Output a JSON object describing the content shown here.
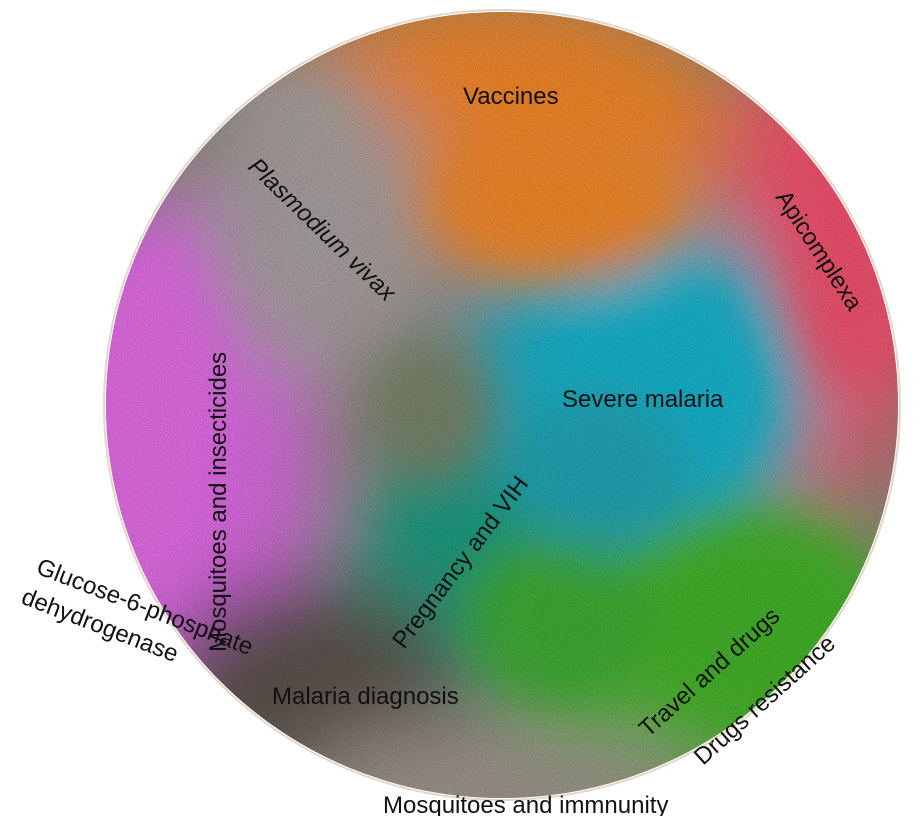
{
  "network": {
    "clusters": [
      {
        "label": "Vaccines",
        "color": "#f7892a"
      },
      {
        "label": "Apicomplexa",
        "color": "#f5566f"
      },
      {
        "label": "Plasmodium vivax",
        "color": "#aaa3a3"
      },
      {
        "label": "Mosquitoes and insecticides",
        "color": "#de6ce6"
      },
      {
        "label": "Severe malaria",
        "color": "#1fb2c9"
      },
      {
        "label": "Pregnancy and VIH",
        "color": "#1f9e84"
      },
      {
        "label": "Travel and drugs",
        "color": "#4db82a"
      },
      {
        "label": "Drugs resistance",
        "color": "#3fb23a"
      },
      {
        "label": "Malaria diagnosis",
        "color": "#6f6158"
      },
      {
        "label": "Mosquitoes and immnunity",
        "color": "#9a948c"
      },
      {
        "label": "Glucose-6-phosphate",
        "color": "#524a44"
      },
      {
        "label": "dehydrogenase",
        "color": "#524a44"
      }
    ]
  }
}
